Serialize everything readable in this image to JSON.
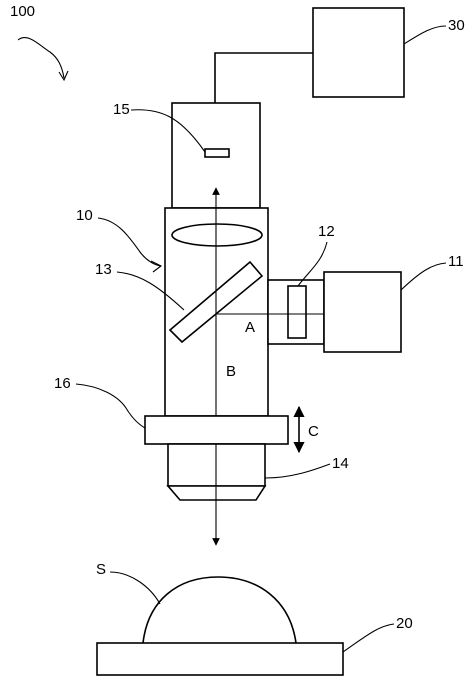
{
  "figure": {
    "labels": {
      "system": "100",
      "controller": "30",
      "sensor_head": "15",
      "optical_unit": "10",
      "light_source": "11",
      "filter": "12",
      "beam_splitter": "13",
      "lens_holder": "16",
      "objective": "14",
      "sample": "S",
      "stage": "20"
    },
    "annotations": {
      "path_a": "A",
      "path_b": "B",
      "motion_c": "C"
    }
  }
}
